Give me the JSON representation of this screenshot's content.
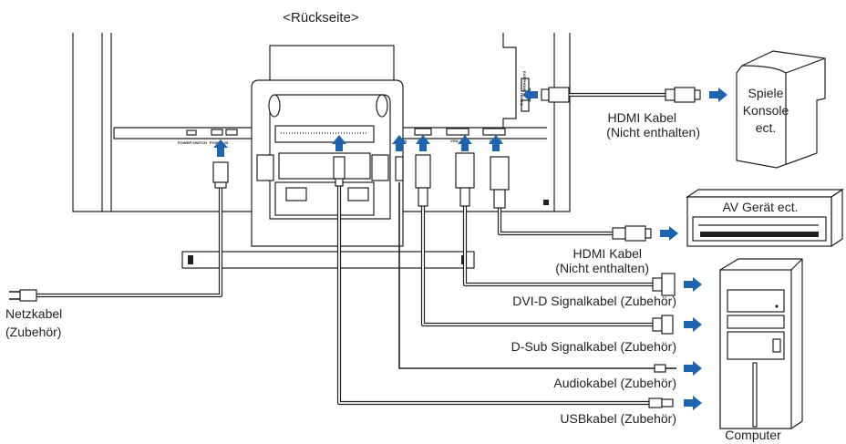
{
  "title": "<Rückseite>",
  "port_labels": {
    "power": "POWER SWITCH",
    "power_in": "POWER IN",
    "usb": "PC USB",
    "audio": "IN",
    "dvi": "DVI",
    "vga": "VGA",
    "hdmi1": "HDMI 1",
    "hdmi2": "HDMI 2",
    "earphone": "EARPHONE"
  },
  "devices": {
    "console": [
      "Spiele",
      "Konsole",
      "ect."
    ],
    "av": "AV Gerät ect.",
    "computer": "Computer"
  },
  "cables": {
    "hdmi_top": [
      "HDMI  Kabel",
      "(Nicht enthalten)"
    ],
    "hdmi_bottom": [
      "HDMI  Kabel",
      "(Nicht enthalten)"
    ],
    "dvi": "DVI-D Signalkabel (Zubehör)",
    "dsub": "D-Sub Signalkabel (Zubehör)",
    "audio": "Audiokabel (Zubehör)",
    "usb": "USBkabel (Zubehör)",
    "power": [
      "Netzkabel",
      "(Zubehör)"
    ]
  },
  "colors": {
    "line": "#231f20",
    "arrow": "#1f62ad"
  }
}
